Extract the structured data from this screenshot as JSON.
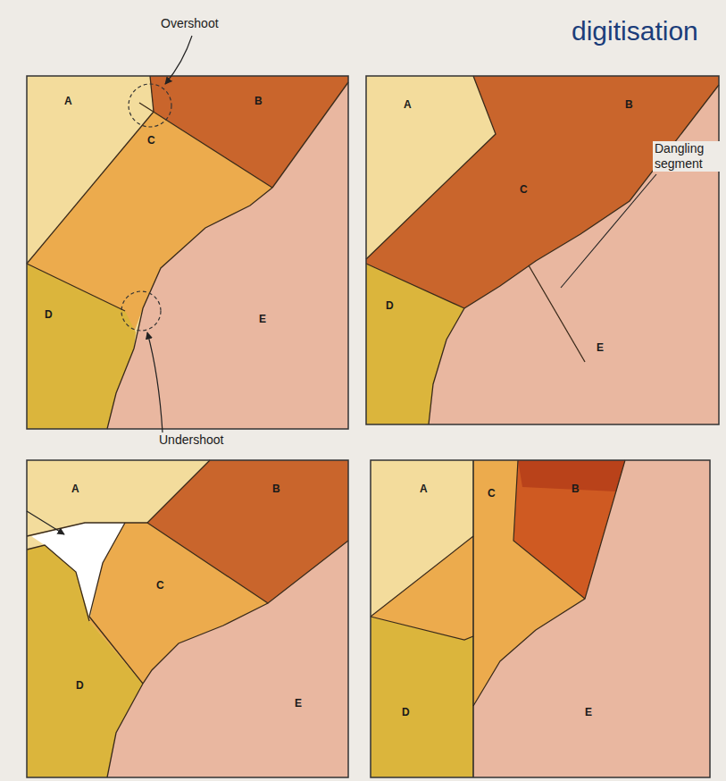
{
  "diagram": {
    "title": "digitisation",
    "labels": [
      "Overshoot",
      "A",
      "B",
      "C",
      "D",
      "E",
      "Undershoot",
      "A",
      "B",
      "C",
      "D",
      "E",
      "Dangling segment",
      "A",
      "B",
      "C",
      "D",
      "E",
      "A",
      "B",
      "C",
      "D",
      "E"
    ]
  }
}
